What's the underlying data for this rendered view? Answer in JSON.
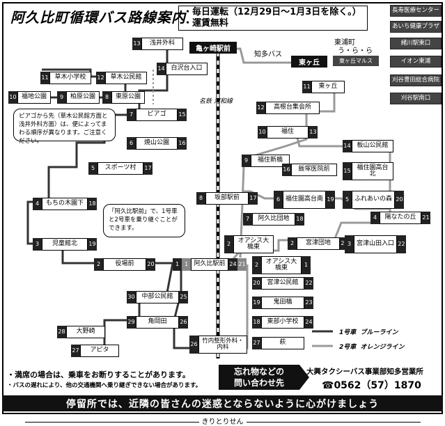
{
  "title": "阿久比町循環バス路線案内",
  "notice": [
    "・毎日運転（12月29日〜1月3日を除く。）",
    "・運賃無料"
  ],
  "destinations": [
    "長寿医療センター",
    "あいち健康プラザ",
    "緒川駅東口",
    "イオン東浦",
    "刈谷豊田総合病院",
    "刈谷駅南口"
  ],
  "line_label": "名鉄 河和線",
  "stations": {
    "kamegasaki": "亀ヶ崎駅前",
    "higashigaoka": "東ヶ丘",
    "higashiura": "東浦町",
    "uraura": "う・ら・ら",
    "chita_bus": "知多バス",
    "marus": "東ヶ丘マルス"
  },
  "stops": {
    "s13": {
      "n": "13",
      "name": "浅井外科"
    },
    "s14": {
      "n": "14",
      "name": "白沢台入口"
    },
    "s11": {
      "n": "11",
      "name": "草木小学校"
    },
    "s12": {
      "n": "12",
      "name": "草木公民館"
    },
    "s10": {
      "n": "10",
      "name": "福地公園"
    },
    "s9": {
      "n": "9",
      "name": "柏原公園"
    },
    "s8": {
      "n": "8",
      "name": "東原公園"
    },
    "s7": {
      "n": "7",
      "name": "ピアゴ",
      "n2": "15"
    },
    "s6": {
      "n": "6",
      "name": "焼山公園",
      "n2": "16"
    },
    "s5": {
      "n": "5",
      "name": "スポーツ村",
      "n2": "17"
    },
    "s4": {
      "n": "4",
      "name": "もちの木園下",
      "n2": "18"
    },
    "s3": {
      "n": "3",
      "name": "児童館北",
      "n2": "19"
    },
    "s2": {
      "n": "2",
      "name": "役場前",
      "n2": "20"
    },
    "s1": {
      "n": "1",
      "name": "阿久比駅前",
      "n0": "1",
      "n2": "24",
      "n3": "21"
    },
    "s30": {
      "n": "30",
      "name": "中部公民館",
      "n2": "25"
    },
    "s29": {
      "n": "29",
      "name": "角岡田",
      "n2": "26"
    },
    "s28": {
      "n": "28",
      "name": "大野崎"
    },
    "s27": {
      "n": "27",
      "name": "アピタ"
    },
    "s26": {
      "n": "26",
      "name": "竹内整形外科・内科"
    },
    "s27b": {
      "n": "27",
      "name": "萩"
    },
    "r11": {
      "n": "11",
      "name": "東ヶ丘"
    },
    "r12": {
      "n": "12",
      "name": "高根台集会所"
    },
    "r10": {
      "n": "10",
      "name": "福住",
      "n2": "13"
    },
    "r14": {
      "n": "14",
      "name": "板山公民館"
    },
    "r9": {
      "n": "9",
      "name": "福住新橋"
    },
    "r16": {
      "n": "16",
      "name": "飯塚医院前"
    },
    "r15": {
      "n": "15",
      "name": "福住園高台北"
    },
    "r8": {
      "n": "8",
      "name": "坂部駅前",
      "n2": "17"
    },
    "r6": {
      "n": "6",
      "name": "福住園高台南",
      "n2": "19"
    },
    "r5": {
      "n": "5",
      "name": "ふれあいの森",
      "n2": "20"
    },
    "r7": {
      "n": "7",
      "name": "阿久比団地",
      "n2": "18"
    },
    "r4": {
      "n": "4",
      "name": "陽なたの丘",
      "n2": "21"
    },
    "r2": {
      "n": "2",
      "name": "オアシス大橋東"
    },
    "r2b": {
      "n": "2",
      "name": "宮津団地",
      "n2": "23"
    },
    "r3": {
      "n": "3",
      "name": "宮津山田入口",
      "n2": "22"
    },
    "r1": {
      "n": "2",
      "name": "オアシス大橋東",
      "n0": "1"
    },
    "r20": {
      "n": "20",
      "name": "宮津公民館",
      "n2": "22"
    },
    "r19": {
      "n": "19",
      "name": "鬼田橋",
      "n2": "23"
    },
    "r18": {
      "n": "18",
      "name": "東部小学校",
      "n2": "24"
    }
  },
  "callout1": "ピアゴから先（草木公民館方面と浅井外科方面）は、便によってまわる順序が異なります。ご注意ください。",
  "callout2": "「阿久比駅前」で、1号車と2号車を乗り継ぐことができます。",
  "legend": {
    "l1_name": "1号車",
    "l1_line": "ブルーライン",
    "l2_name": "2号車",
    "l2_line": "オレンジライン"
  },
  "notes": [
    "・満席の場合は、乗車をお断りすることがあります。",
    "・バスの遅れにより、他の交通機関へ乗り継ぎできない場合があります。"
  ],
  "lost": [
    "忘れ物などの",
    "問い合わせ先"
  ],
  "company": "大興タクシーバス事業部知多営業所",
  "phone": "☎0562（57）1870",
  "bottom": "停留所では、近隣の皆さんの迷惑とならないように心がけましょう",
  "cut": "きりとりせん"
}
